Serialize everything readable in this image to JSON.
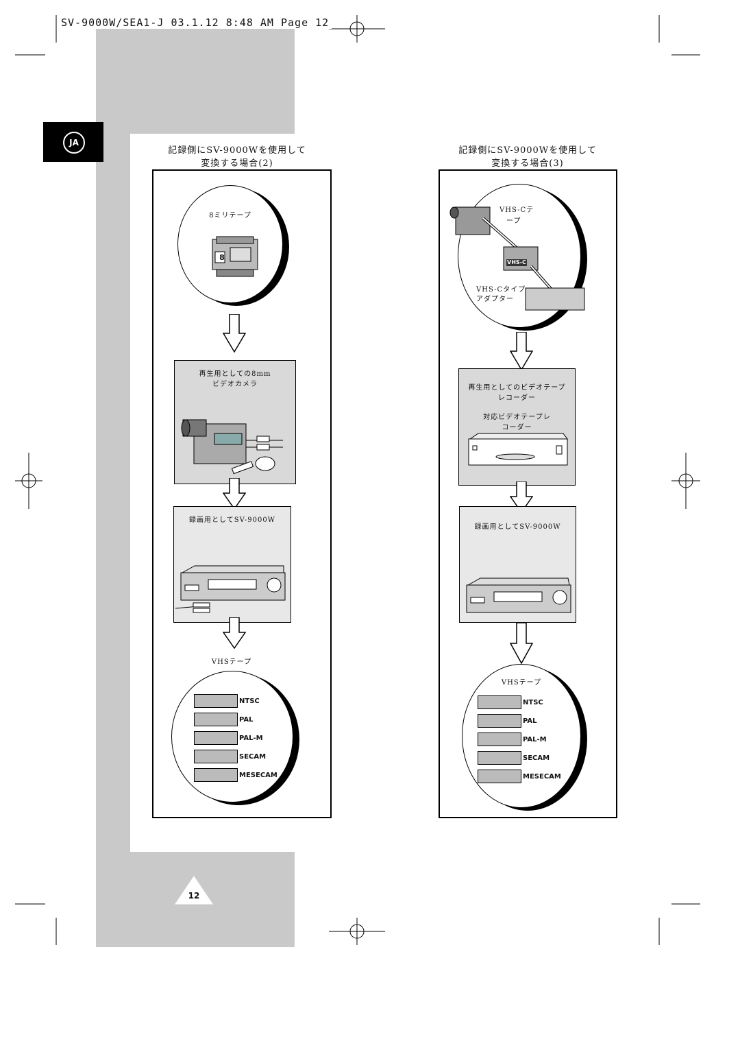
{
  "header": {
    "text": "SV-9000W/SEA1-J  03.1.12 8:48 AM  Page 12"
  },
  "lang_tab": {
    "label": "JA"
  },
  "left": {
    "title1": "記録側にSV-9000Wを使用して",
    "title2": "変換する場合(2)",
    "circle_label": "8ミリテープ",
    "tape_badge": "8",
    "play_label1": "再生用としての8mm",
    "play_label2": "ビデオカメラ",
    "rec_label": "録画用としてSV-9000W",
    "vhs_label": "VHSテープ",
    "tapes": [
      "NTSC",
      "PAL",
      "PAL-M",
      "SECAM",
      "MESECAM"
    ]
  },
  "right": {
    "title1": "記録側にSV-9000Wを使用して",
    "title2": "変換する場合(3)",
    "circle_label1": "VHS-Cテ",
    "circle_label2": "ープ",
    "vhsc_badge": "VHS-C",
    "adapter_label1": "VHS-Cタイプ",
    "adapter_label2": "アダプター",
    "play_label1": "再生用としてのビデオテープ",
    "play_label2": "レコーダー",
    "compat_label1": "対応ビデオテープレ",
    "compat_label2": "コーダー",
    "rec_label": "録画用としてSV-9000W",
    "vhs_label": "VHSテープ",
    "tapes": [
      "NTSC",
      "PAL",
      "PAL-M",
      "SECAM",
      "MESECAM"
    ]
  },
  "page_number": "12"
}
